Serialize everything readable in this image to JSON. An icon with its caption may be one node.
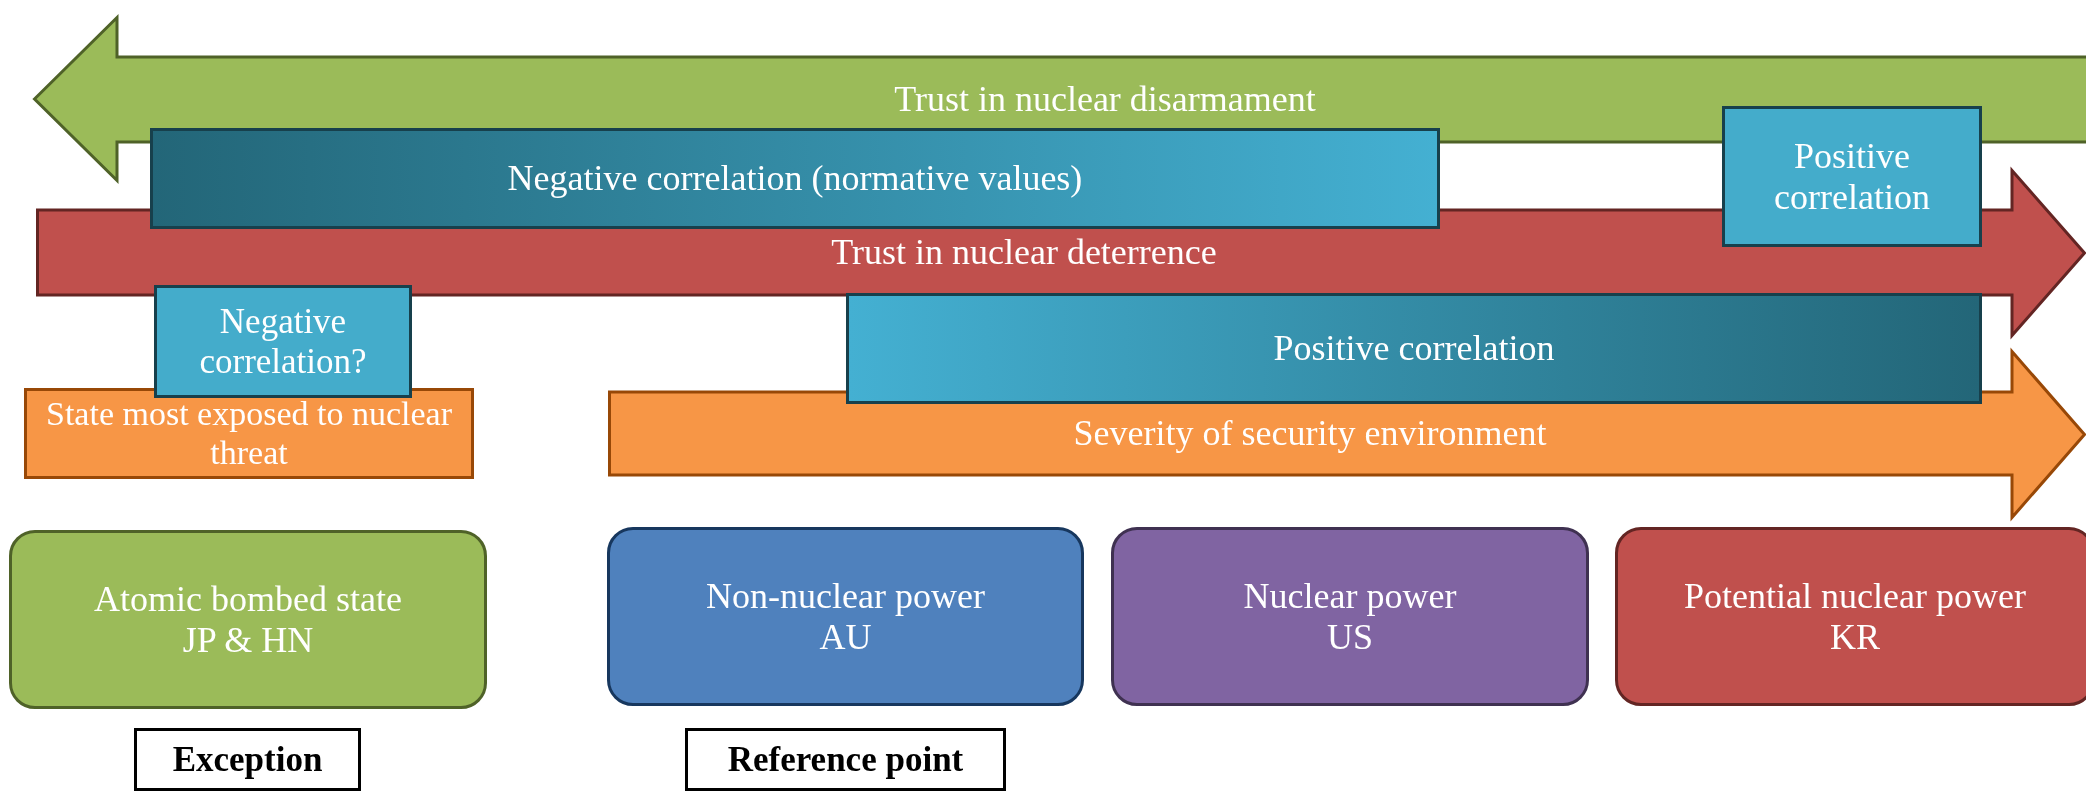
{
  "diagram": {
    "nodes": [
      {
        "text": [
          "Trust in nuclear disarmament"
        ]
      },
      {
        "text": [
          "Negative correlation (normative values)"
        ]
      },
      {
        "text": [
          "Positive correlation"
        ]
      },
      {
        "text": [
          "Trust in nuclear deterrence"
        ]
      },
      {
        "text": [
          "Negative correlation?"
        ]
      },
      {
        "text": [
          "State most exposed to nuclear threat"
        ]
      },
      {
        "text": [
          "Positive correlation"
        ]
      },
      {
        "text": [
          "Severity of security environment"
        ]
      },
      {
        "text": [
          "Atomic bombed state",
          "JP & HN"
        ]
      },
      {
        "text": [
          "Non-nuclear power",
          "AU"
        ]
      },
      {
        "text": [
          "Nuclear power",
          "US"
        ]
      },
      {
        "text": [
          "Potential nuclear power",
          "KR"
        ]
      },
      {
        "text": [
          "Exception"
        ]
      },
      {
        "text": [
          "Reference point"
        ]
      }
    ],
    "edges": []
  }
}
